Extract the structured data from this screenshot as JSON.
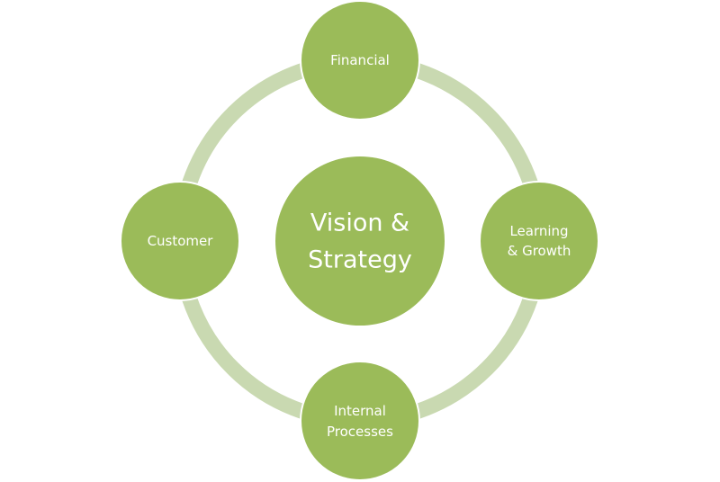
{
  "diagram": {
    "type": "balanced-scorecard-cycle",
    "colors": {
      "node_fill": "#9bbb59",
      "ring_stroke": "#c9d9b1",
      "node_outline": "#ffffff",
      "text": "#ffffff",
      "background": "#ffffff"
    },
    "center": {
      "lines": [
        "Vision &",
        "Strategy"
      ]
    },
    "nodes": [
      {
        "id": "financial",
        "position": "top",
        "lines": [
          "Financial"
        ]
      },
      {
        "id": "learning-growth",
        "position": "right",
        "lines": [
          "Learning",
          "& Growth"
        ]
      },
      {
        "id": "internal-processes",
        "position": "bottom",
        "lines": [
          "Internal",
          "Processes"
        ]
      },
      {
        "id": "customer",
        "position": "left",
        "lines": [
          "Customer"
        ]
      }
    ]
  }
}
